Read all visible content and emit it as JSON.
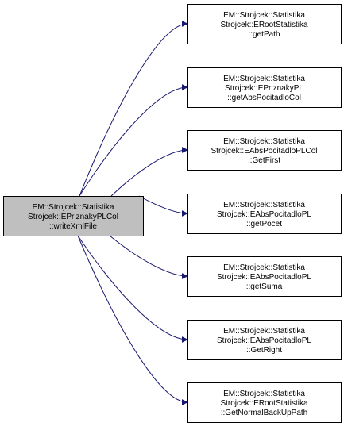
{
  "colors": {
    "source_fill": "#bfbfbf",
    "node_fill": "#ffffff",
    "node_border": "#000000",
    "edge": "#191970"
  },
  "source": {
    "lines": [
      "EM::Strojcek::Statistika",
      "Strojcek::EPriznakyPLCol",
      "::writeXmlFile"
    ]
  },
  "targets": [
    {
      "lines": [
        "EM::Strojcek::Statistika",
        "Strojcek::ERootStatistika",
        "::getPath"
      ]
    },
    {
      "lines": [
        "EM::Strojcek::Statistika",
        "Strojcek::EPriznakyPL",
        "::getAbsPocitadloCol"
      ]
    },
    {
      "lines": [
        "EM::Strojcek::Statistika",
        "Strojcek::EAbsPocitadloPLCol",
        "::GetFirst"
      ]
    },
    {
      "lines": [
        "EM::Strojcek::Statistika",
        "Strojcek::EAbsPocitadloPL",
        "::getPocet"
      ]
    },
    {
      "lines": [
        "EM::Strojcek::Statistika",
        "Strojcek::EAbsPocitadloPL",
        "::getSuma"
      ]
    },
    {
      "lines": [
        "EM::Strojcek::Statistika",
        "Strojcek::EAbsPocitadloPL",
        "::GetRight"
      ]
    },
    {
      "lines": [
        "EM::Strojcek::Statistika",
        "Strojcek::ERootStatistika",
        "::GetNormalBackUpPath"
      ]
    }
  ]
}
